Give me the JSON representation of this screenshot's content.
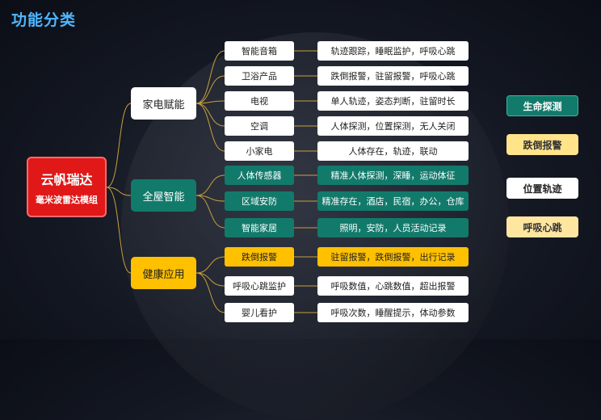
{
  "title": "功能分类",
  "root": {
    "line1": "云帆瑞达",
    "line2": "毫米波雷达模组"
  },
  "categories": [
    {
      "label": "家电赋能"
    },
    {
      "label": "全屋智能"
    },
    {
      "label": "健康应用"
    }
  ],
  "items": [
    {
      "label": "智能音箱",
      "desc": "轨迹跟踪，睡眠监护，呼吸心跳"
    },
    {
      "label": "卫浴产品",
      "desc": "跌倒报警，驻留报警，呼吸心跳"
    },
    {
      "label": "电视",
      "desc": "单人轨迹，姿态判断，驻留时长"
    },
    {
      "label": "空调",
      "desc": "人体探测，位置探测，无人关闭"
    },
    {
      "label": "小家电",
      "desc": "人体存在，轨迹，联动"
    },
    {
      "label": "人体传感器",
      "desc": "精准人体探测，深睡，运动体征"
    },
    {
      "label": "区域安防",
      "desc": "精准存在，酒店，民宿，办公，仓库"
    },
    {
      "label": "智能家居",
      "desc": "照明，安防，人员活动记录"
    },
    {
      "label": "跌倒报警",
      "desc": "驻留报警，跌倒报警，出行记录"
    },
    {
      "label": "呼吸心跳监护",
      "desc": "呼吸数值，心跳数值，超出报警"
    },
    {
      "label": "婴儿看护",
      "desc": "呼吸次数，睡醒提示，体动参数"
    }
  ],
  "tags": [
    {
      "label": "生命探测"
    },
    {
      "label": "跌倒报警"
    },
    {
      "label": "位置轨迹"
    },
    {
      "label": "呼吸心跳"
    }
  ],
  "colors": {
    "title": "#4fb7ff",
    "root": "#e01818",
    "teal": "#127a6b",
    "gold": "#ffc000",
    "white": "#ffffff",
    "line": "#c9a03a"
  }
}
